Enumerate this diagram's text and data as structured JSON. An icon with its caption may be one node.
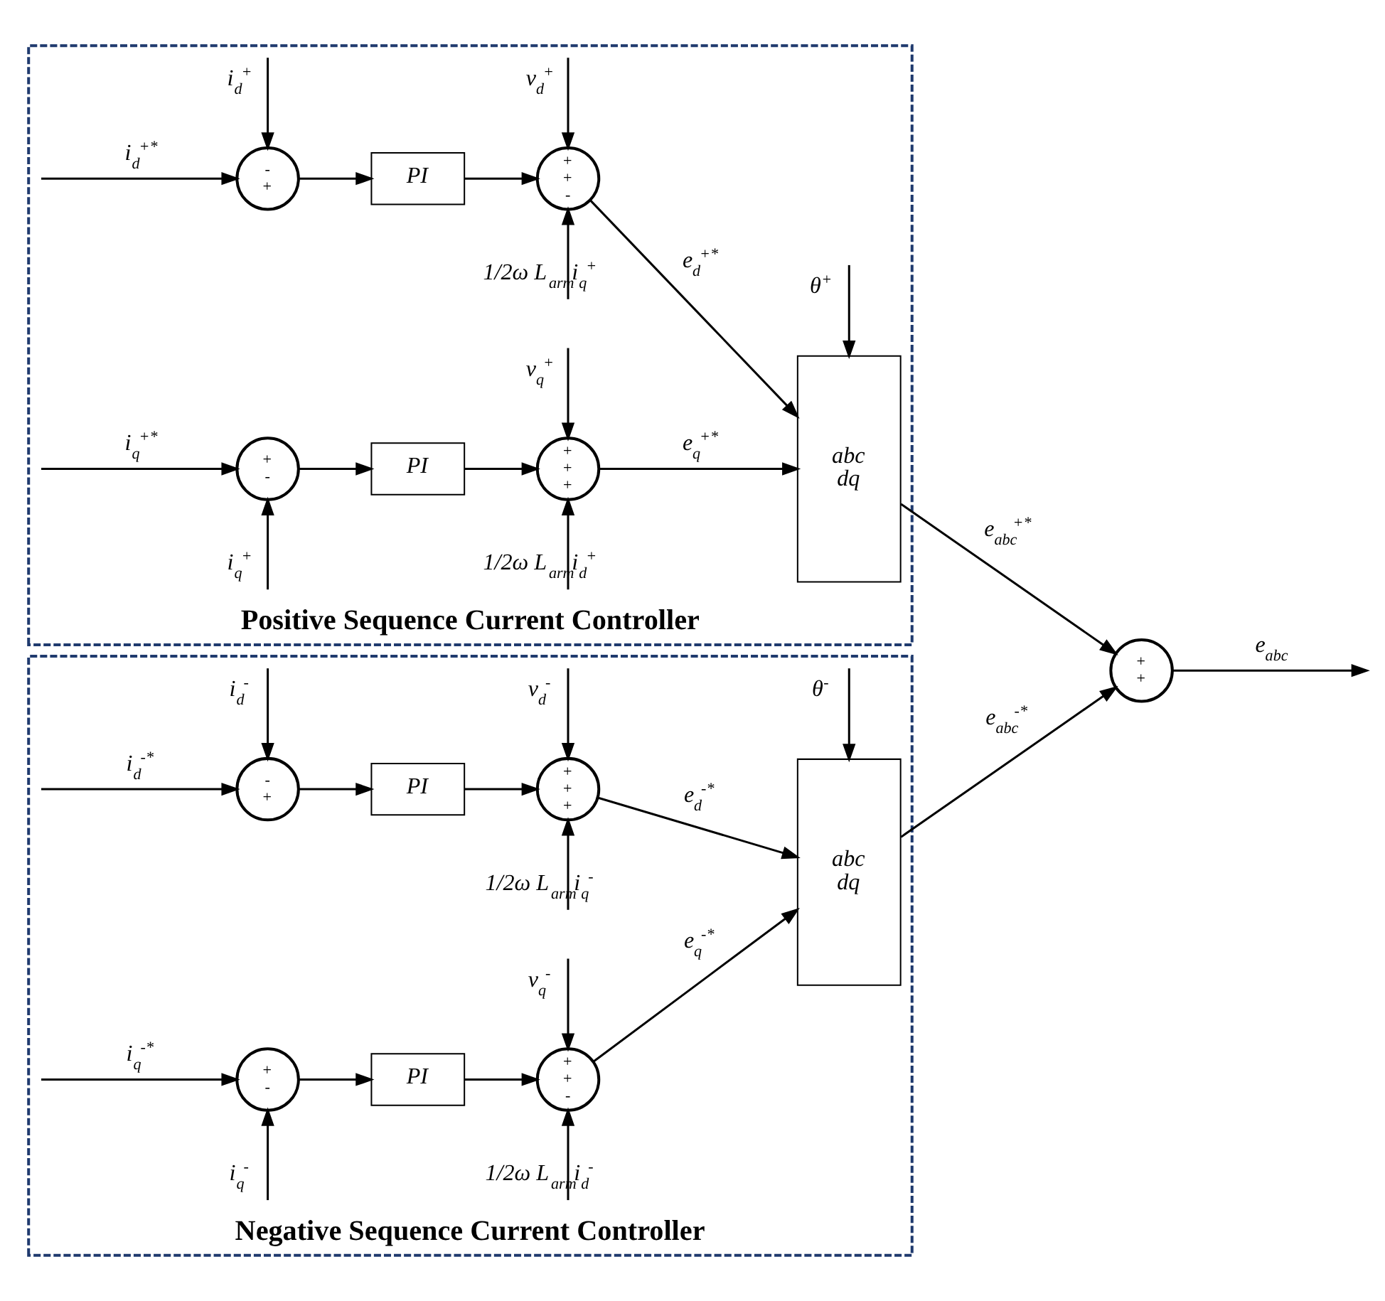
{
  "diagram": {
    "nodes": [
      {
        "text": [
          "Positive Sequence Current Controller"
        ]
      },
      {
        "text": [
          "-",
          "+"
        ],
        "in": 0
      },
      {
        "text": [
          "PI"
        ],
        "in": 0
      },
      {
        "text": [
          "+",
          "+",
          "-"
        ],
        "in": 0
      },
      {
        "text": [
          "+",
          "-"
        ],
        "in": 0
      },
      {
        "text": [
          "PI"
        ],
        "in": 0
      },
      {
        "text": [
          "+",
          "+",
          "+"
        ],
        "in": 0
      },
      {
        "text": [
          "abc",
          "dq"
        ],
        "in": 0
      },
      {
        "text": [
          "Negative Sequence Current Controller"
        ]
      },
      {
        "text": [
          "-",
          "+"
        ],
        "in": 8
      },
      {
        "text": [
          "PI"
        ],
        "in": 8
      },
      {
        "text": [
          "+",
          "+",
          "+"
        ],
        "in": 8
      },
      {
        "text": [
          "+",
          "-"
        ],
        "in": 8
      },
      {
        "text": [
          "PI"
        ],
        "in": 8
      },
      {
        "text": [
          "+",
          "+",
          "-"
        ],
        "in": 8
      },
      {
        "text": [
          "abc",
          "dq"
        ],
        "in": 8
      },
      {
        "text": [
          "+",
          "+"
        ]
      }
    ],
    "edges": [
      {
        "from": null,
        "to": 1,
        "arrow": "to",
        "label": "i$_{d}$$^{+*}$"
      },
      {
        "from": null,
        "to": 1,
        "arrow": "to",
        "label": "i$_{d}$$^{+}$"
      },
      {
        "from": 1,
        "to": 2,
        "arrow": "to"
      },
      {
        "from": 2,
        "to": 3,
        "arrow": "to"
      },
      {
        "from": null,
        "to": 3,
        "arrow": "to",
        "label": "v$_{d}$$^{+}$"
      },
      {
        "from": null,
        "to": 3,
        "arrow": "to",
        "label": "1/2ω L$_{arm}$i$_{q}$$^{+}$"
      },
      {
        "from": 3,
        "to": 7,
        "arrow": "to",
        "label": "e$_{d}$$^{+*}$"
      },
      {
        "from": null,
        "to": 4,
        "arrow": "to",
        "label": "i$_{q}$$^{+*}$"
      },
      {
        "from": null,
        "to": 4,
        "arrow": "to",
        "label": "i$_{q}$$^{+}$"
      },
      {
        "from": 4,
        "to": 5,
        "arrow": "to"
      },
      {
        "from": 5,
        "to": 6,
        "arrow": "to"
      },
      {
        "from": null,
        "to": 6,
        "arrow": "to",
        "label": "v$_{q}$$^{+}$"
      },
      {
        "from": null,
        "to": 6,
        "arrow": "to",
        "label": "1/2ω L$_{arm}$i$_{d}$$^{+}$"
      },
      {
        "from": 6,
        "to": 7,
        "arrow": "to",
        "label": "e$_{q}$$^{+*}$"
      },
      {
        "from": null,
        "to": 7,
        "arrow": "to",
        "label": "θ$^{+}$"
      },
      {
        "from": 7,
        "to": 16,
        "arrow": "to",
        "label": "e$_{abc}$$^{+*}$"
      },
      {
        "from": null,
        "to": 9,
        "arrow": "to",
        "label": "i$_{d}$$^{-*}$"
      },
      {
        "from": null,
        "to": 9,
        "arrow": "to",
        "label": "i$_{d}$$^{-}$"
      },
      {
        "from": 9,
        "to": 10,
        "arrow": "to"
      },
      {
        "from": 10,
        "to": 11,
        "arrow": "to"
      },
      {
        "from": null,
        "to": 11,
        "arrow": "to",
        "label": "v$_{d}$$^{-}$"
      },
      {
        "from": null,
        "to": 11,
        "arrow": "to",
        "label": "1/2ω L$_{arm}$i$_{q}$$^{-}$"
      },
      {
        "from": 11,
        "to": 15,
        "arrow": "to",
        "label": "e$_{d}$$^{-*}$"
      },
      {
        "from": null,
        "to": 12,
        "arrow": "to",
        "label": "i$_{q}$$^{-*}$"
      },
      {
        "from": null,
        "to": 12,
        "arrow": "to",
        "label": "i$_{q}$$^{-}$"
      },
      {
        "from": 12,
        "to": 13,
        "arrow": "to"
      },
      {
        "from": 13,
        "to": 14,
        "arrow": "to"
      },
      {
        "from": null,
        "to": 14,
        "arrow": "to",
        "label": "v$_{q}$$^{-}$"
      },
      {
        "from": null,
        "to": 14,
        "arrow": "to",
        "label": "1/2ω L$_{arm}$i$_{d}$$^{-}$"
      },
      {
        "from": 14,
        "to": 15,
        "arrow": "to",
        "label": "e$_{q}$$^{-*}$"
      },
      {
        "from": null,
        "to": 15,
        "arrow": "to",
        "label": "θ$^{-}$"
      },
      {
        "from": 15,
        "to": 16,
        "arrow": "to",
        "label": "e$_{abc}$$^{-*}$"
      },
      {
        "from": 16,
        "to": null,
        "arrow": "to",
        "label": "e$_{abc}$"
      }
    ]
  }
}
